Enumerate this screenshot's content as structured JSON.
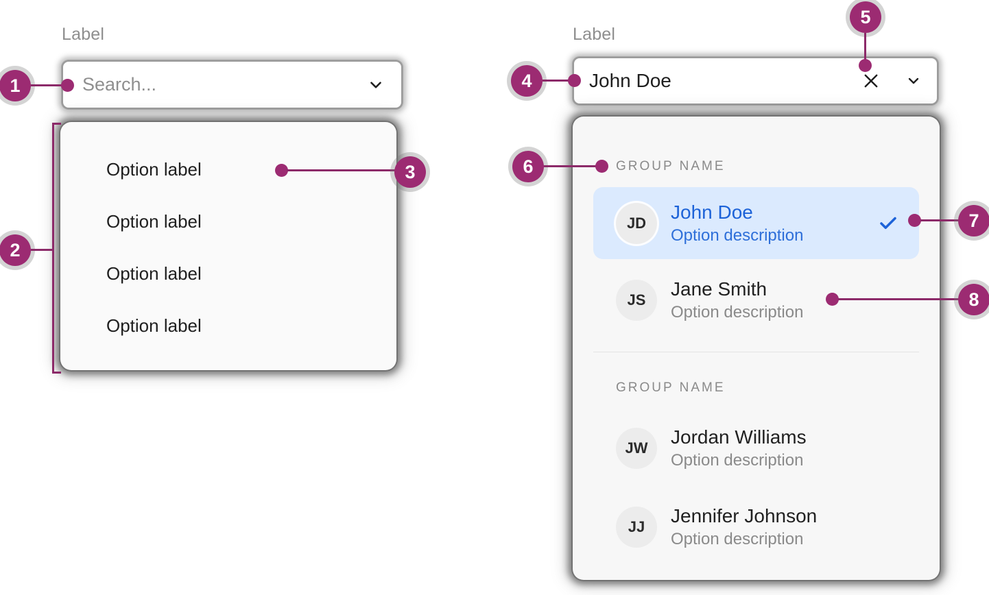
{
  "colors": {
    "annotation_magenta": "#9C2B72",
    "selected_row_bg": "#DBEAFE",
    "selected_text_blue": "#1D63D8",
    "panel_bg": "#F7F7F7",
    "muted_text": "#8A8A8A"
  },
  "left_combobox": {
    "label": "Label",
    "input": {
      "placeholder": "Search...",
      "icon": "chevron-down-icon"
    },
    "options": [
      "Option label",
      "Option label",
      "Option label",
      "Option label"
    ]
  },
  "right_combobox": {
    "label": "Label",
    "input": {
      "value": "John Doe",
      "clear_icon": "x-icon",
      "dropdown_icon": "chevron-down-icon"
    },
    "groups": [
      {
        "header": "GROUP NAME",
        "options": [
          {
            "initials": "JD",
            "name": "John Doe",
            "description": "Option description",
            "selected": true
          },
          {
            "initials": "JS",
            "name": "Jane Smith",
            "description": "Option description",
            "selected": false
          }
        ]
      },
      {
        "header": "GROUP NAME",
        "options": [
          {
            "initials": "JW",
            "name": "Jordan Williams",
            "description": "Option description",
            "selected": false
          },
          {
            "initials": "JJ",
            "name": "Jennifer Johnson",
            "description": "Option description",
            "selected": false
          }
        ]
      }
    ]
  },
  "annotations": {
    "markers": [
      "1",
      "2",
      "3",
      "4",
      "5",
      "6",
      "7",
      "8"
    ]
  }
}
